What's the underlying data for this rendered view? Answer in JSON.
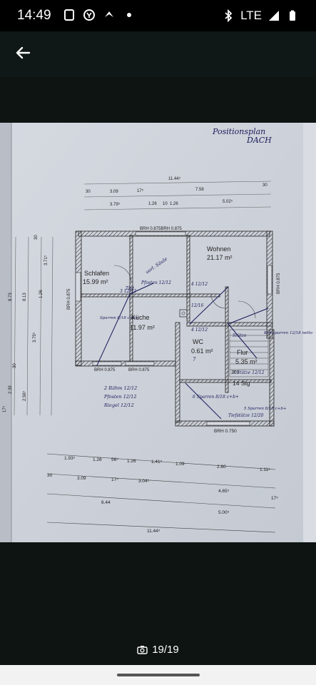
{
  "status_bar": {
    "time": "14:49",
    "network": "LTE",
    "icons_left": [
      "screenshot-icon",
      "vpn-icon",
      "data-saver-icon",
      "notification-dot-icon"
    ],
    "icons_right": [
      "bluetooth-icon",
      "signal-icon",
      "battery-icon"
    ]
  },
  "viewer": {
    "counter": "19/19",
    "counter_icon": "camera-icon"
  },
  "plan": {
    "header_note": "Positionsplan",
    "header_note2": "DACH",
    "top_dims": {
      "total": "11.44⁵",
      "d1": "30",
      "d2": "3.09",
      "d3": "17⁵",
      "d4": "7.58",
      "d5": "30",
      "d6": "3.79⁵",
      "d7": "1.26",
      "d8": "10",
      "d9": "1.26",
      "d10": "5.02⁵"
    },
    "left_dims": {
      "l1": "8.73",
      "l2": "8.13",
      "l3": "3.71⁵",
      "l4": "1.26",
      "l5": "3.75⁵",
      "l6": "2.39",
      "l7": "2.56⁵",
      "l8": "30",
      "l9": "17⁵",
      "l10": "30"
    },
    "brh": {
      "top": "BRH 0.875BRH 0.875",
      "left": "BRH 0.875",
      "right": "BRH 0.875",
      "bottom_left": "BRH 0.875",
      "bottom_mid": "BRH 0.875",
      "bottom_right": "BRH 0.750"
    },
    "rooms": {
      "schlafen": "Schlafen",
      "schlafen_area": "15.99 m²",
      "wohnen": "Wohnen",
      "wohnen_area": "21.17 m²",
      "kueche": "Küche",
      "kueche_area": "11.97 m²",
      "wc": "WC",
      "wc_area": "0.61 m²",
      "flur": "Flur",
      "flur_area": "5.35 m²",
      "stg": "14 Stg"
    },
    "annotations": {
      "a1": "Pfosten 12/12",
      "a2": "4 12/12",
      "a3": "vorl. Säule",
      "a4": "3 12/12",
      "a5": "Sparren 8/18 c+b+",
      "a6": "12/16",
      "a7": "4 12/12",
      "a8": "Stütze",
      "a9": "Kehlsparren 12/18 netto",
      "a10": "9 Stütze 12/12",
      "a11": "2 Rähm 12/12",
      "a12": "Pfosten 12/12",
      "a13": "Riegel 12/12",
      "a14": "6 Sparren 8/18 c+b+",
      "a15": "5 Sparren 8/18 c+b+",
      "a16": "Tiefstütze 12/20",
      "a17": "7",
      "a18": "Tint",
      "a19": "207"
    },
    "bottom_dims": {
      "r1": [
        "1.93⁵",
        "1.26",
        "56⁵",
        "1.26",
        "1.41⁵",
        "1.09",
        "2.80",
        "1.11⁵"
      ],
      "r2": [
        "30",
        "3.09",
        "17⁵",
        "3.04⁵",
        "4.65⁵",
        "17⁵"
      ],
      "r3": [
        "6.44",
        "5.00⁵"
      ],
      "r4": [
        "11.44⁵"
      ]
    }
  }
}
